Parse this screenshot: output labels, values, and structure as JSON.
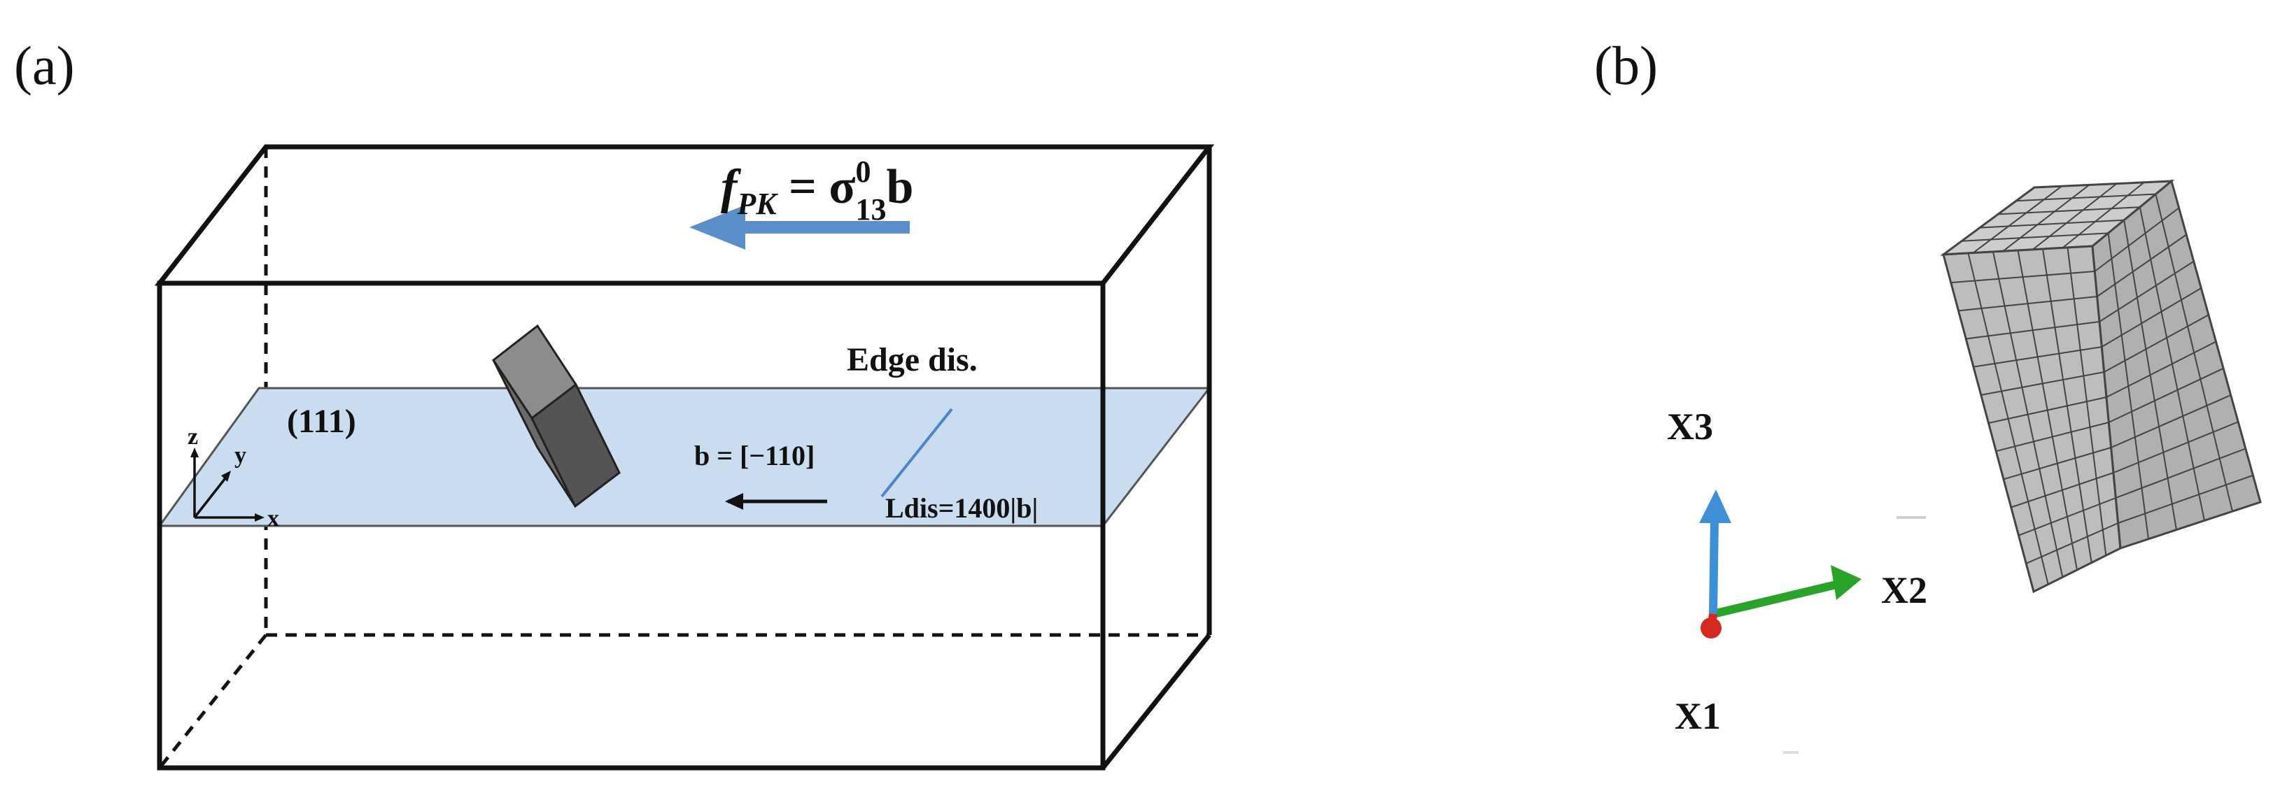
{
  "panel_a": {
    "label": "(a)",
    "force_lhs": "f",
    "force_lhs_sub": "PK",
    "force_eq": " = σ",
    "force_sup": "0",
    "force_sub": "13",
    "force_rhs": "b",
    "plane_label": "(111)",
    "edge_label": "Edge dis.",
    "burgers_label": "b = [−110]",
    "length_label": "Ldis=1400|b|",
    "axis_x": "x",
    "axis_y": "y",
    "axis_z": "z",
    "colors": {
      "plane_fill": "#c9dcf0",
      "force_arrow": "#5b8fc9",
      "dislocation_line": "#4a86c8",
      "precipitate": "#707070"
    }
  },
  "panel_b": {
    "label": "(b)",
    "axis_x1": "X1",
    "axis_x2": "X2",
    "axis_x3": "X3",
    "colors": {
      "x1_axis": "#d42a1e",
      "x2_axis": "#29a329",
      "x3_axis": "#3d8fd6",
      "mesh_fill": "#bfbfbf",
      "mesh_line": "#444444"
    }
  }
}
